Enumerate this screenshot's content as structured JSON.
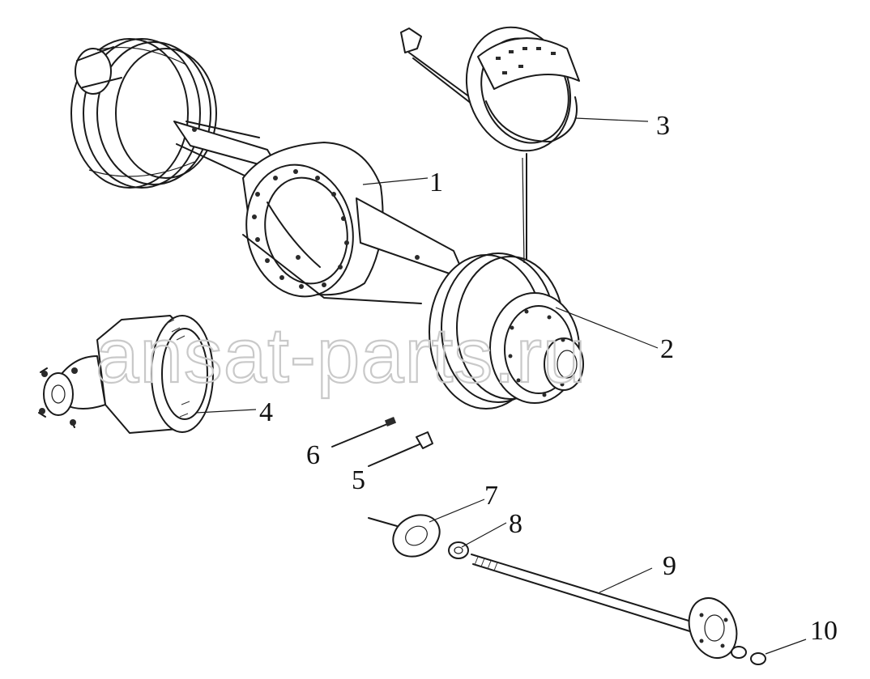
{
  "watermark": "ansat-parts.ru",
  "callouts": [
    {
      "number": "1"
    },
    {
      "number": "2"
    },
    {
      "number": "3"
    },
    {
      "number": "4"
    },
    {
      "number": "5"
    },
    {
      "number": "6"
    },
    {
      "number": "7"
    },
    {
      "number": "8"
    },
    {
      "number": "9"
    },
    {
      "number": "10"
    }
  ]
}
